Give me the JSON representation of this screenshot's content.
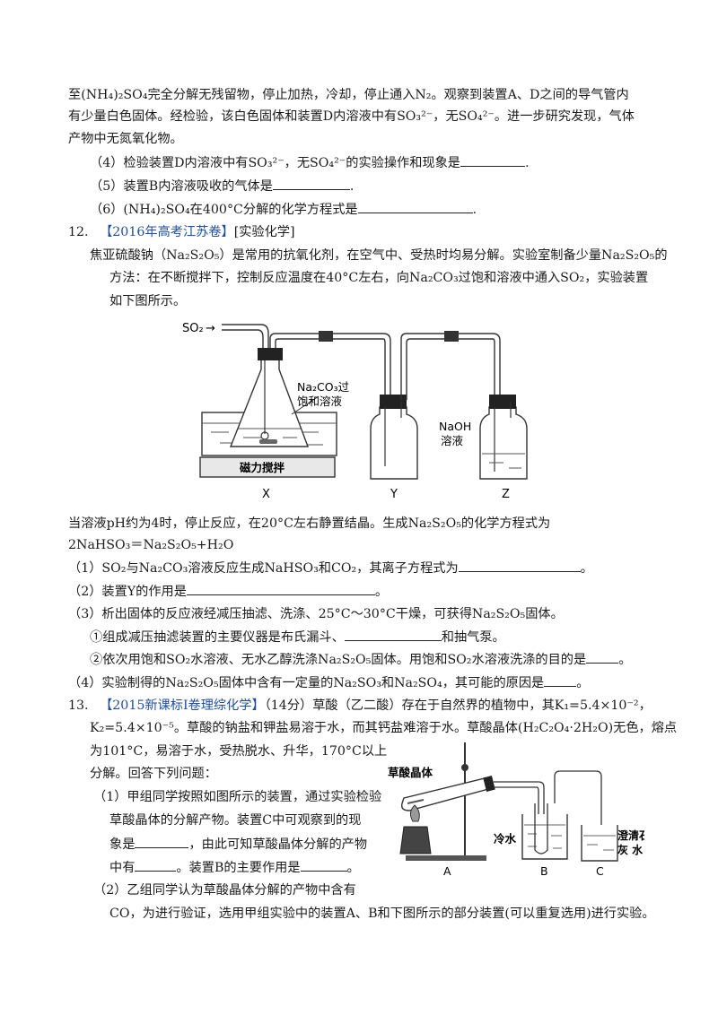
{
  "q11": {
    "line1": "至(NH₄)₂SO₄完全分解无残留物，停止加热，冷却，停止通入N₂。观察到装置A、D之间的导气管内",
    "line2": "有少量白色固体。经检验，该白色固体和装置D内溶液中有SO₃²⁻，无SO₄²⁻。进一步研究发现，气体",
    "line3": "产物中无氮氧化物。",
    "q4_pre": "（4）检验装置D内溶液中有SO₃²⁻，无SO₄²⁻的实验操作和现象是",
    "q4_post": ".",
    "q5_pre": "（5）装置B内溶液吸收的气体是",
    "q5_post": ".",
    "q6_pre": "（6）(NH₄)₂SO₄在400°C分解的化学方程式是",
    "q6_post": "."
  },
  "q12": {
    "number": "12.",
    "source": "【2016年高考江苏卷】",
    "category": "[实验化学]",
    "intro1": "焦亚硫酸钠（Na₂S₂O₅）是常用的抗氧化剂，在空气中、受热时均易分解。实验室制备少量Na₂S₂O₅的",
    "intro2": "方法：在不断搅拌下，控制反应温度在40°C左右，向Na₂CO₃过饱和溶液中通入SO₂，实验装置",
    "intro3": "如下图所示。",
    "fig": {
      "so2": "SO₂",
      "arrow": "→",
      "na2co3_1": "Na₂CO₃过",
      "na2co3_2": "饱和溶液",
      "stirrer": "磁力搅拌",
      "naoh_1": "NaOH",
      "naoh_2": "溶液",
      "x": "X",
      "y": "Y",
      "z": "Z"
    },
    "after1": "当溶液pH约为4时，停止反应，在20°C左右静置结晶。生成Na₂S₂O₅的化学方程式为",
    "after2": "2NaHSO₃＝Na₂S₂O₅+H₂O",
    "s1_pre": "（1）SO₂与Na₂CO₃溶液反应生成NaHSO₃和CO₂，其离子方程式为",
    "s1_post": "。",
    "s2_pre": "（2）装置Y的作用是",
    "s2_post": "。",
    "s3": "（3）析出固体的反应液经减压抽滤、洗涤、25°C～30°C干燥，可获得Na₂S₂O₅固体。",
    "s3a_pre": "①组成减压抽滤装置的主要仪器是布氏漏斗、",
    "s3a_post": "和抽气泵。",
    "s3b_pre": "②依次用饱和SO₂水溶液、无水乙醇洗涤Na₂S₂O₅固体。用饱和SO₂水溶液洗涤的目的是",
    "s3b_post": "。",
    "s4_pre": "（4）实验制得的Na₂S₂O₅固体中含有一定量的Na₂SO₃和Na₂SO₄，其可能的原因是",
    "s4_post": "。"
  },
  "q13": {
    "number": "13.",
    "source": "【2015新课标Ⅰ卷理综化学】",
    "l1": "（14分）草酸（乙二酸）存在于自然界的植物中，其K₁=5.4×10⁻²，",
    "l2": "K₂=5.4×10⁻⁵。草酸的钠盐和钾盐易溶于水，而其钙盐难溶于水。草酸晶体(H₂C₂O₄·2H₂O)无色，熔点",
    "l3": "为101°C，易溶于水，受热脱水、升华，170°C以上",
    "l4": "分解。回答下列问题：",
    "p1a": "（1）甲组同学按照如图所示的装置，通过实验检验",
    "p1b": "草酸晶体的分解产物。装置C中可观察到的现",
    "p1c_pre": "象是",
    "p1c_post": "，由此可知草酸晶体分解的产物",
    "p1d_pre": "中有",
    "p1d_mid": "。装置B的主要作用是",
    "p1d_post": "。",
    "p2a": "（2）乙组同学认为草酸晶体分解的产物中含有",
    "p2b": "CO，为进行验证，选用甲组实验中的装置A、B和下图所示的部分装置(可以重复选用)进行实验。",
    "fig": {
      "crystal": "草酸晶体",
      "cold_water": "冷水",
      "limewater_1": "澄清石",
      "limewater_2": "灰  水",
      "a": "A",
      "b": "B",
      "c": "C"
    }
  }
}
